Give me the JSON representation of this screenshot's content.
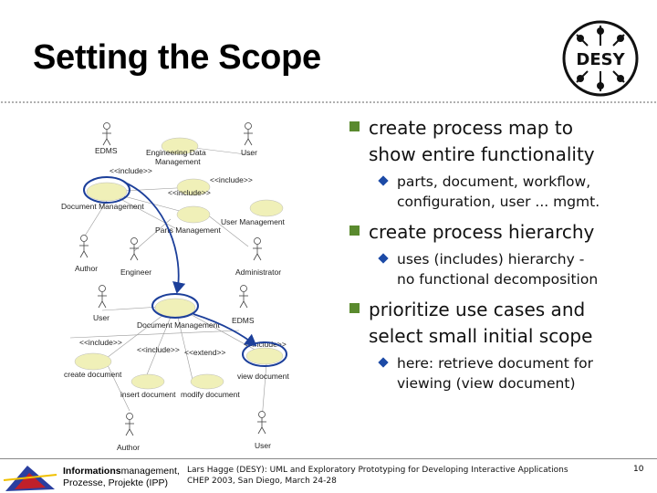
{
  "slide": {
    "title": "Setting the Scope",
    "logo_text": "DESY"
  },
  "diagram_labels": {
    "edms": "EDMS",
    "engineering_data_1": "Engineering Data",
    "engineering_data_2": "Management",
    "user_top": "User",
    "include_1": "<<include>>",
    "include_2": "<<include>>",
    "include_3": "<<include>>",
    "document_management_top": "Document Management",
    "user_management": "User Management",
    "parts_management": "Parts Management",
    "author_top": "Author",
    "engineer": "Engineer",
    "administrator": "Administrator",
    "user_mid": "User",
    "document_management_bottom": "Document Management",
    "edms_bottom": "EDMS",
    "include_4": "<<include>>",
    "include_5": "<<include>>",
    "include_6": "<<include>>",
    "extend": "<<extend>>",
    "create_document": "create document",
    "view_document": "view document",
    "insert_document": "insert document",
    "modify_document": "modify document",
    "author_bottom": "Author",
    "user_bottom": "User"
  },
  "bullets": [
    {
      "text_1": "create process map to",
      "text_2": "show entire functionality",
      "sub_1": "parts, document, workflow,",
      "sub_2": "configuration, user ... mgmt."
    },
    {
      "text_1": "create process hierarchy",
      "sub_1": "uses (includes) hierarchy -",
      "sub_2": "no functional decomposition"
    },
    {
      "text_1": "prioritize use cases and",
      "text_2": "select small initial scope",
      "sub_1": "here: retrieve document for",
      "sub_2": "viewing (view document)"
    }
  ],
  "footer": {
    "org_bold_1": "Informations",
    "org_rest_1": "management,",
    "org_2": "Prozesse, Projekte (IPP)",
    "ref_1": "Lars Hagge (DESY): UML and Exploratory Prototyping for Developing Interactive Applications",
    "ref_2": "CHEP 2003, San Diego, March 24-28",
    "page": "10"
  },
  "colors": {
    "bullet_square": "#5a8a2e",
    "sub_bullet": "#1c4aa6",
    "arrow": "#1c3f9a",
    "use_case_fill": "#f0f0b8"
  }
}
